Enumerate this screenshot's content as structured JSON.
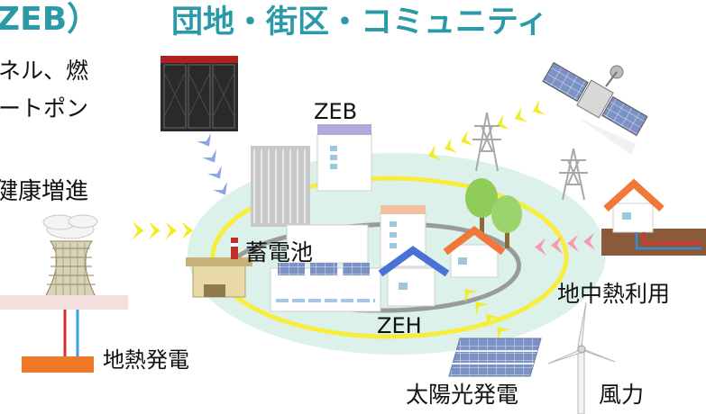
{
  "header": {
    "title": "団地・街区・コミュニティ",
    "left_fragment": "ZEB）",
    "left_line1": "ネル、燃",
    "left_line2": "ートポン",
    "left_line3": "健康増進"
  },
  "labels": {
    "zeb": "ZEB",
    "storage_battery": "蓄電池",
    "zeh": "ZEH",
    "geothermal_power": "地熱発電",
    "ground_heat": "地中熱利用",
    "solar_power": "太陽光発電",
    "wind_power": "風力"
  },
  "colors": {
    "title_teal": "#2a9aa8",
    "ellipse_fill": "#dcf1ea",
    "ring_yellow": "#f6ee3a",
    "arrow_yellow": "#f1ec2a",
    "arrow_blue": "#8ea4e8",
    "arrow_pink": "#f59ab0",
    "roof_orange": "#f07838",
    "roof_blue": "#4a72d6"
  }
}
